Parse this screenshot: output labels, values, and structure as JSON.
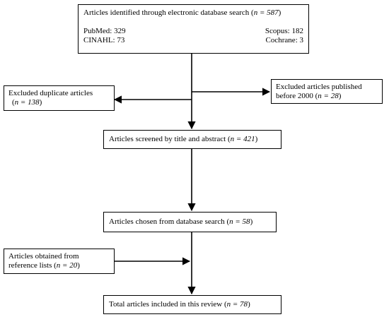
{
  "flow": {
    "identified": {
      "title_prefix": "Articles identified through electronic database search (",
      "title_n": "n = 587",
      "title_suffix": ")",
      "sources": [
        {
          "left": "PubMed: 329",
          "right": "Scopus: 182"
        },
        {
          "left": "CINAHL: 73",
          "right": "Cochrane: 3"
        }
      ]
    },
    "excluded_duplicates": {
      "line1": "Excluded duplicate articles",
      "line2_prefix": "(",
      "line2_n": "n = 138",
      "line2_suffix": ")"
    },
    "excluded_before_2000": {
      "line1": "Excluded articles published",
      "line2_prefix": "before 2000 (",
      "line2_n": "n = 28",
      "line2_suffix": ")"
    },
    "screened": {
      "prefix": "Articles screened by title and abstract (",
      "n": "n = 421",
      "suffix": ")"
    },
    "chosen": {
      "prefix": "Articles chosen from database search (",
      "n": "n = 58",
      "suffix": ")"
    },
    "reference_lists": {
      "line1": "Articles obtained from",
      "line2_prefix": "reference lists (",
      "line2_n": "n = 20",
      "line2_suffix": ")"
    },
    "total": {
      "prefix": "Total articles included in this review (",
      "n": "n = 78",
      "suffix": ")"
    }
  }
}
